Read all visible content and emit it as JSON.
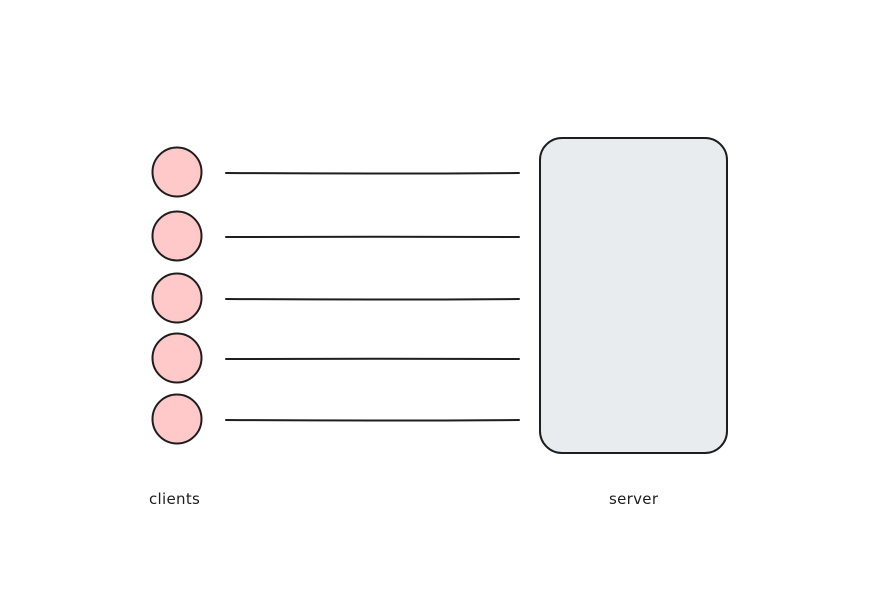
{
  "labels": {
    "clients": "clients",
    "server": "server"
  },
  "clients": [
    {
      "id": "client-1"
    },
    {
      "id": "client-2"
    },
    {
      "id": "client-3"
    },
    {
      "id": "client-4"
    },
    {
      "id": "client-5"
    }
  ],
  "colors": {
    "client_fill": "#ffc9c9",
    "server_fill": "#e9ecef",
    "stroke": "#1e1e1e",
    "background": "#ffffff"
  }
}
